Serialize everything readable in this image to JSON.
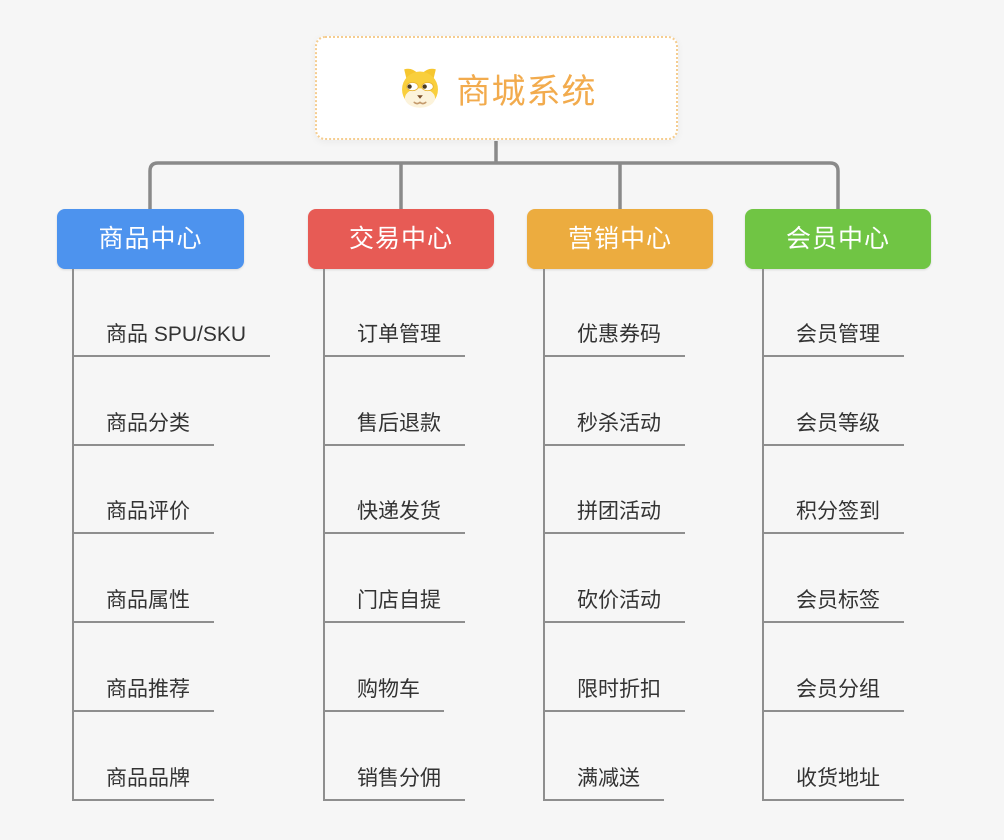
{
  "root": {
    "title": "商城系统",
    "icon": "dog-face-icon",
    "text_color": "#F2AB4D",
    "border_color": "#F5CD90"
  },
  "style": {
    "background": "#F6F6F6",
    "connector_color": "#8A8A8A",
    "leaf_line_color": "#8E8E8E",
    "leaf_text_color": "#333333"
  },
  "branches": [
    {
      "label": "商品中心",
      "color": "#4D93EE",
      "items": [
        "商品 SPU/SKU",
        "商品分类",
        "商品评价",
        "商品属性",
        "商品推荐",
        "商品品牌"
      ]
    },
    {
      "label": "交易中心",
      "color": "#E75B55",
      "items": [
        "订单管理",
        "售后退款",
        "快递发货",
        "门店自提",
        "购物车",
        "销售分佣"
      ]
    },
    {
      "label": "营销中心",
      "color": "#ECAC3F",
      "items": [
        "优惠券码",
        "秒杀活动",
        "拼团活动",
        "砍价活动",
        "限时折扣",
        "满减送"
      ]
    },
    {
      "label": "会员中心",
      "color": "#70C544",
      "items": [
        "会员管理",
        "会员等级",
        "积分签到",
        "会员标签",
        "会员分组",
        "收货地址"
      ]
    }
  ]
}
